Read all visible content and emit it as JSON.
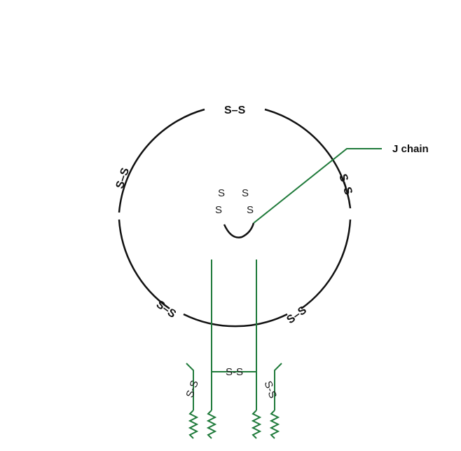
{
  "labels": {
    "j_chain": "J chain",
    "ring_bond": "S–S",
    "chain_bond": "S-S",
    "j_bond_top": "S",
    "j_bond_bottom": "S"
  },
  "colors": {
    "chain": "#1f7a3a",
    "ring": "#111111",
    "text": "#1a1a1a"
  }
}
